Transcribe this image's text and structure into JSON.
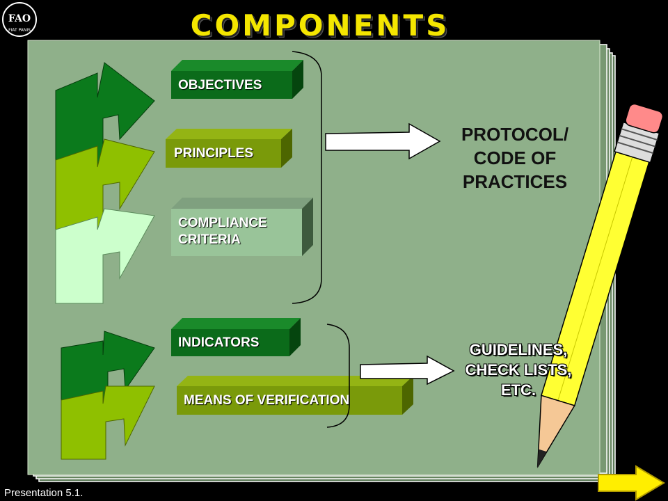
{
  "title": "COMPONENTS",
  "logo": {
    "text": "FAO",
    "motto": "FIAT PANIS"
  },
  "boxes": {
    "objectives": "OBJECTIVES",
    "principles": "PRINCIPLES",
    "compliance_line1": "COMPLIANCE",
    "compliance_line2": "CRITERIA",
    "indicators": "INDICATORS",
    "means": "MEANS OF VERIFICATION"
  },
  "outputs": {
    "protocol_line1": "PROTOCOL/",
    "protocol_line2": "CODE OF",
    "protocol_line3": "PRACTICES",
    "guidelines_line1": "GUIDELINES,",
    "guidelines_line2": "CHECK LISTS,",
    "guidelines_line3": "ETC."
  },
  "footer": "Presentation 5.1.",
  "colors": {
    "dark_green": "#0b6b1a",
    "olive": "#7a9a0a",
    "lime": "#99cc00",
    "pale_green": "#ccffcc",
    "paper": "#8fb08a",
    "title_yellow": "#f4e600",
    "pencil_yellow": "#ffff33"
  }
}
